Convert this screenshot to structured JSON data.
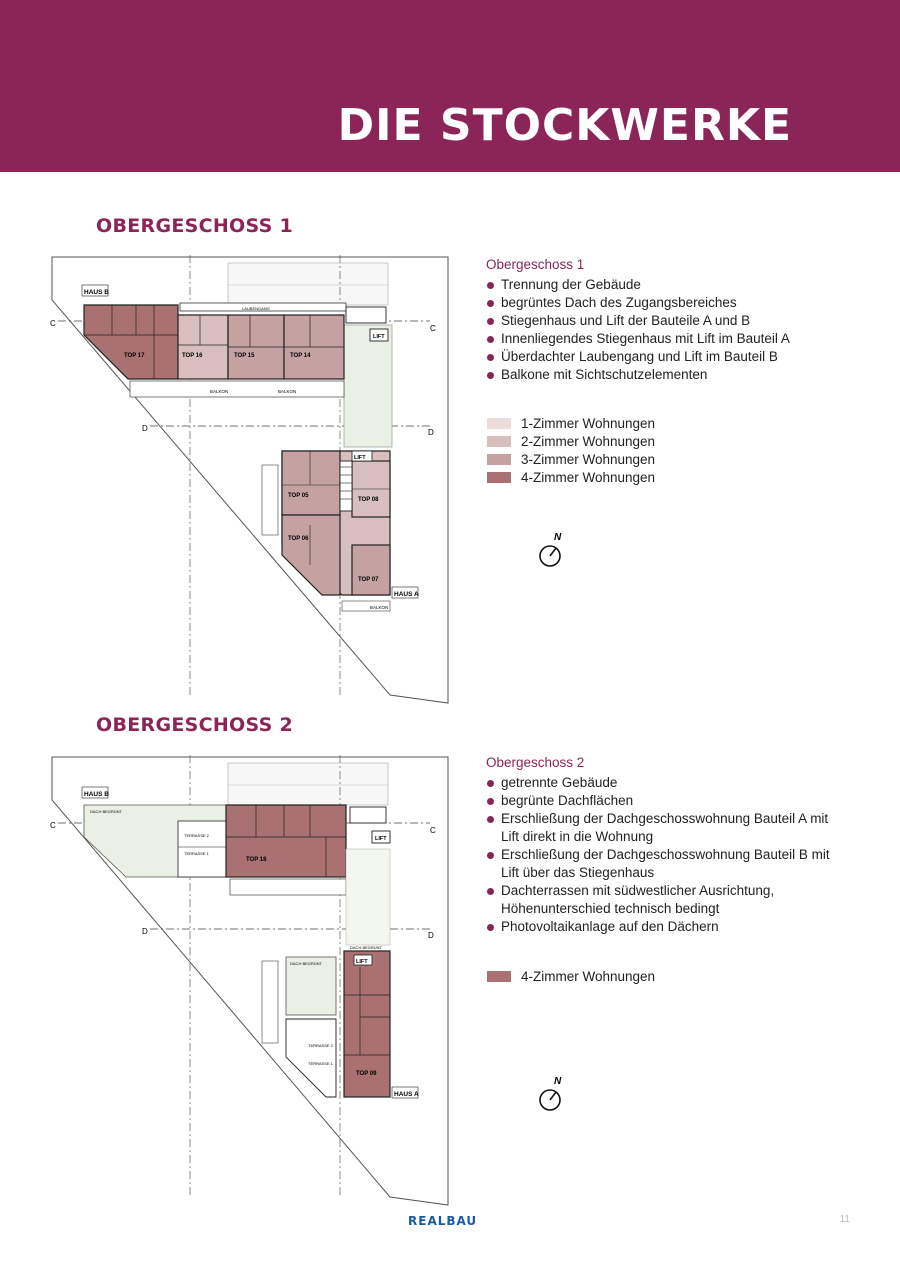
{
  "header": {
    "title": "DIE STOCKWERKE"
  },
  "colors": {
    "brand": "#8b2557",
    "one_room": "#ecdcdc",
    "two_room": "#d9bebe",
    "three_room": "#c5a1a1",
    "four_room": "#a97171",
    "green_roof": "#eaf1e4",
    "footer_logo": "#1a5aa8"
  },
  "floor1": {
    "heading": "OBERGESCHOSS 1",
    "subheading": "Obergeschoss 1",
    "bullets": [
      "Trennung der Gebäude",
      "begrüntes Dach des Zugangsbereiches",
      "Stiegenhaus und Lift der Bauteile A und B",
      "Innenliegendes Stiegenhaus mit Lift im Bauteil A",
      "Überdachter Laubengang und Lift im Bauteil B",
      "Balkone mit Sichtschutzelementen"
    ],
    "legend": [
      "1-Zimmer Wohnungen",
      "2-Zimmer Wohnungen",
      "3-Zimmer Wohnungen",
      "4-Zimmer Wohnungen"
    ],
    "plan_labels": {
      "haus_b": "HAUS B",
      "haus_a": "HAUS A",
      "top17": "TOP 17",
      "top16": "TOP 16",
      "top15": "TOP 15",
      "top14": "TOP 14",
      "top05": "TOP 05",
      "top06": "TOP 06",
      "top07": "TOP 07",
      "top08": "TOP 08",
      "lift": "LIFT",
      "laubengang": "LAUBENGANG",
      "balkon": "BALKON",
      "cut_c": "C",
      "cut_d": "D",
      "compass_n": "N"
    }
  },
  "floor2": {
    "heading": "OBERGESCHOSS 2",
    "subheading": "Obergeschoss 2",
    "bullets": [
      "getrennte Gebäude",
      "begrünte Dachflächen",
      "Erschließung der Dachgeschosswohnung Bauteil A mit Lift direkt in die Wohnung",
      "Erschließung der Dachgeschosswohnung Bauteil B mit Lift über das Stiegenhaus",
      "Dachterrassen mit südwestlicher Ausrichtung, Höhenunterschied technisch bedingt",
      "Photovoltaikanlage auf den Dächern"
    ],
    "legend": [
      "4-Zimmer Wohnungen"
    ],
    "plan_labels": {
      "haus_b": "HAUS B",
      "haus_a": "HAUS A",
      "top18": "TOP 18",
      "top09": "TOP 09",
      "lift": "LIFT",
      "dach_begruent": "DACH BEGRÜNT",
      "terrasse1": "TERRASSE 1",
      "terrasse2": "TERRASSE 2",
      "cut_c": "C",
      "cut_d": "D",
      "compass_n": "N"
    }
  },
  "footer": {
    "logo": "REALBAU",
    "page_number": "11"
  }
}
